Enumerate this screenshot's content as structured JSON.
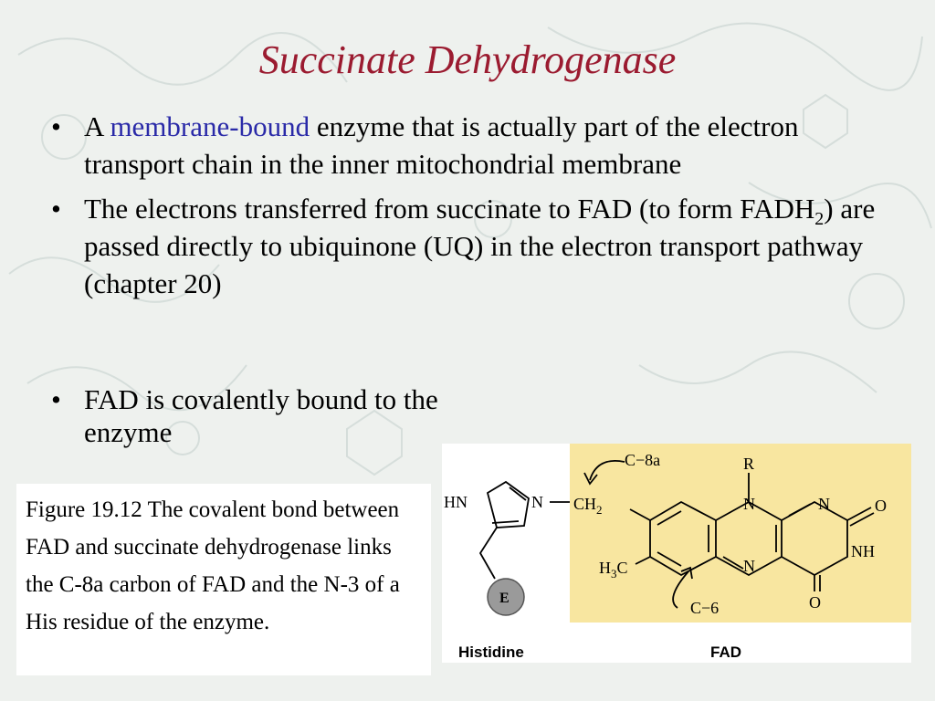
{
  "slide": {
    "title": "Succinate Dehydrogenase",
    "bullet_symbol": "•",
    "bullets": [
      {
        "pre": "A ",
        "highlight": "membrane-bound",
        "post": " enzyme that is actually part of the electron transport chain in the inner mitochondrial membrane"
      },
      {
        "pre": "The electrons transferred from succinate to FAD (to form FADH",
        "sub": "2",
        "post": ") are passed directly to ubiquinone (UQ) in the electron transport pathway (chapter 20)"
      },
      {
        "text": "FAD is covalently bound to the enzyme"
      }
    ],
    "caption": "Figure 19.12 The covalent bond between FAD and succinate dehydrogenase links the C-8a carbon  of FAD and the N-3 of a His residue of the enzyme."
  },
  "figure": {
    "labels": {
      "c8a": "C−8a",
      "r": "R",
      "hn": "HN",
      "n1": "N",
      "ch2": "CH",
      "ch2_sub": "2",
      "n_top": "N",
      "n_ring": "N",
      "o_top": "O",
      "nh": "NH",
      "h3c_h": "H",
      "h3c_sub": "3",
      "h3c_c": "C",
      "n_bottom": "N",
      "o_bottom": "O",
      "c6": "C−6",
      "e": "E",
      "histidine": "Histidine",
      "fad": "FAD"
    },
    "colors": {
      "fad_background": "#f8e6a0",
      "enzyme_ball": "#9a9a9a",
      "title": "#9b1b30",
      "highlight": "#2a2aa8"
    }
  }
}
